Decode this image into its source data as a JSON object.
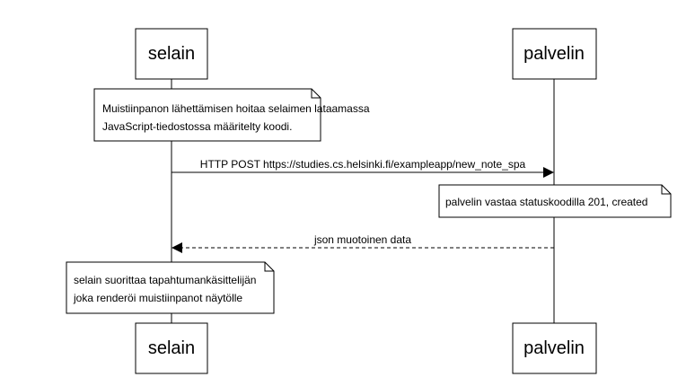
{
  "participants": {
    "browser": {
      "name": "selain"
    },
    "server": {
      "name": "palvelin"
    }
  },
  "notes": {
    "browser_submit": {
      "lines": [
        "Muistiinpanon lähettämisen hoitaa selaimen lataamassa",
        "JavaScript-tiedostossa määritelty koodi."
      ]
    },
    "server_status": {
      "lines": [
        "palvelin vastaa statuskoodilla 201, created"
      ]
    },
    "browser_render": {
      "lines": [
        "selain suorittaa tapahtumankäsittelijän",
        "joka renderöi muistiinpanot näytölle"
      ]
    }
  },
  "messages": {
    "post_note": {
      "label": "HTTP POST https://studies.cs.helsinki.fi/exampleapp/new_note_spa",
      "style": "solid"
    },
    "json_response": {
      "label": "json muotoinen data",
      "style": "dashed"
    }
  },
  "colors": {
    "line": "#000000",
    "box_fill": "#ffffff",
    "text": "#000000"
  }
}
